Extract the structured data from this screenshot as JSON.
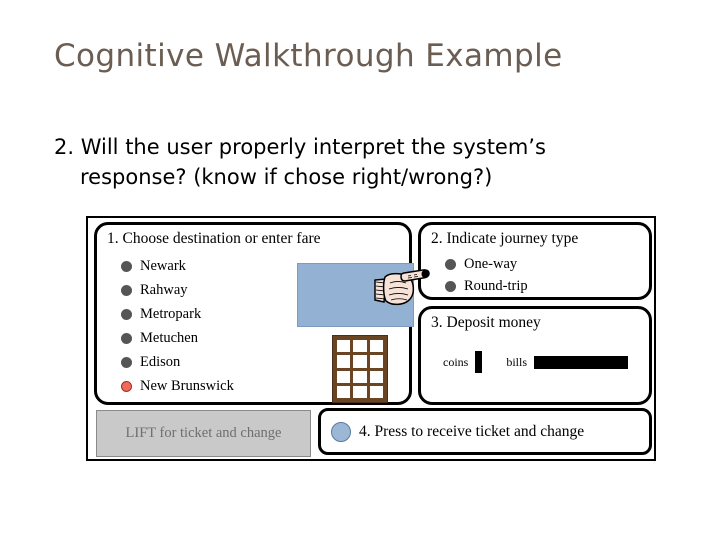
{
  "slide": {
    "title": "Cognitive Walkthrough Example",
    "question": {
      "line1": "2. Will the user properly interpret the system’s",
      "line2": "response? (know if chose right/wrong?)"
    }
  },
  "kiosk": {
    "panel_destination": {
      "title": "1. Choose destination or enter fare",
      "options": [
        {
          "label": "Newark",
          "selected": false
        },
        {
          "label": "Rahway",
          "selected": false
        },
        {
          "label": "Metropark",
          "selected": false
        },
        {
          "label": "Metuchen",
          "selected": false
        },
        {
          "label": "Edison",
          "selected": false
        },
        {
          "label": "New Brunswick",
          "selected": true
        }
      ],
      "display_screen": "",
      "keypad_rows": 4,
      "keypad_cols": 3
    },
    "panel_journey": {
      "title": "2. Indicate journey type",
      "options": [
        {
          "label": "One-way"
        },
        {
          "label": "Round-trip"
        }
      ]
    },
    "panel_deposit": {
      "title": "3. Deposit money",
      "coins_label": "coins",
      "bills_label": "bills"
    },
    "lift_tray": {
      "label": "LIFT for ticket and change"
    },
    "panel_press": {
      "label": "4. Press to receive ticket and change"
    },
    "pointer": {
      "icon": "pointing-hand-icon",
      "points_at": "One-way"
    }
  },
  "colors": {
    "title": "#6b5d52",
    "body_text": "#000000",
    "bullet_default": "#555555",
    "bullet_selected": "#ef6a5a",
    "display_screen": "#93b2d3",
    "keypad_frame": "#6b4423",
    "lift_tray_fill": "#c9c9c9",
    "lift_tray_text": "#6f6f6f",
    "press_button": "#9cb6d6",
    "slot_black": "#000000"
  }
}
